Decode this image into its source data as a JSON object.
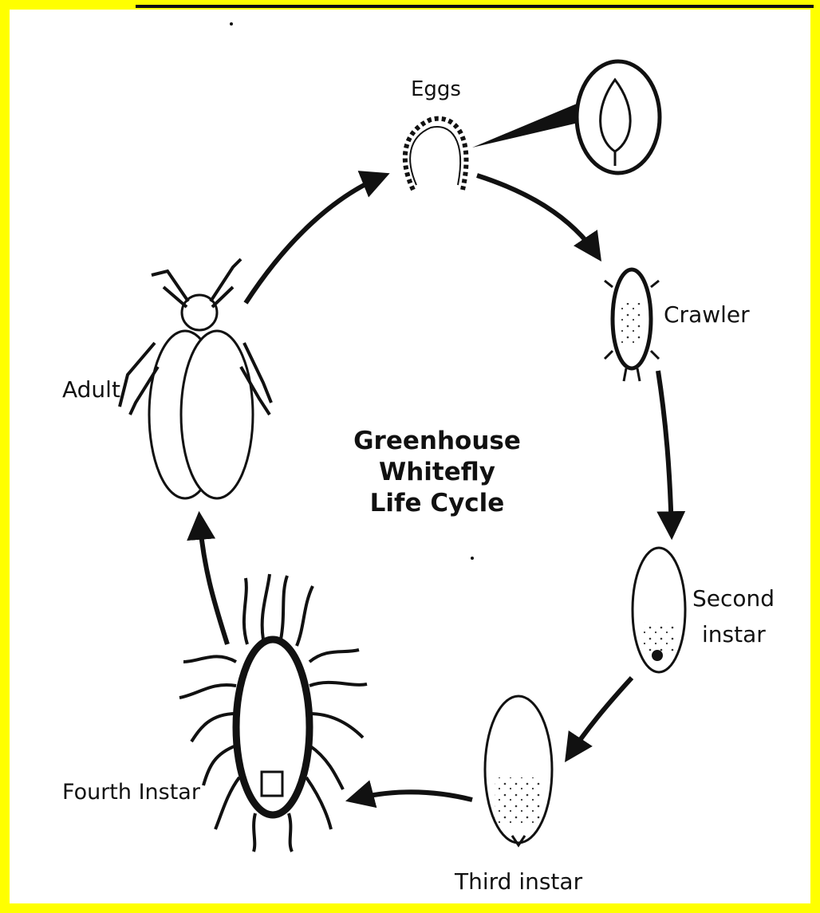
{
  "diagram": {
    "title_lines": [
      "Greenhouse",
      "Whitefly",
      "Life Cycle"
    ],
    "stages": {
      "eggs": "Eggs",
      "crawler": "Crawler",
      "second_instar_line1": "Second",
      "second_instar_line2": "instar",
      "third_instar": "Third instar",
      "fourth_instar": "Fourth Instar",
      "adult": "Adult"
    },
    "colors": {
      "frame": "#ffff00",
      "ink": "#111111",
      "background": "#ffffff"
    }
  }
}
